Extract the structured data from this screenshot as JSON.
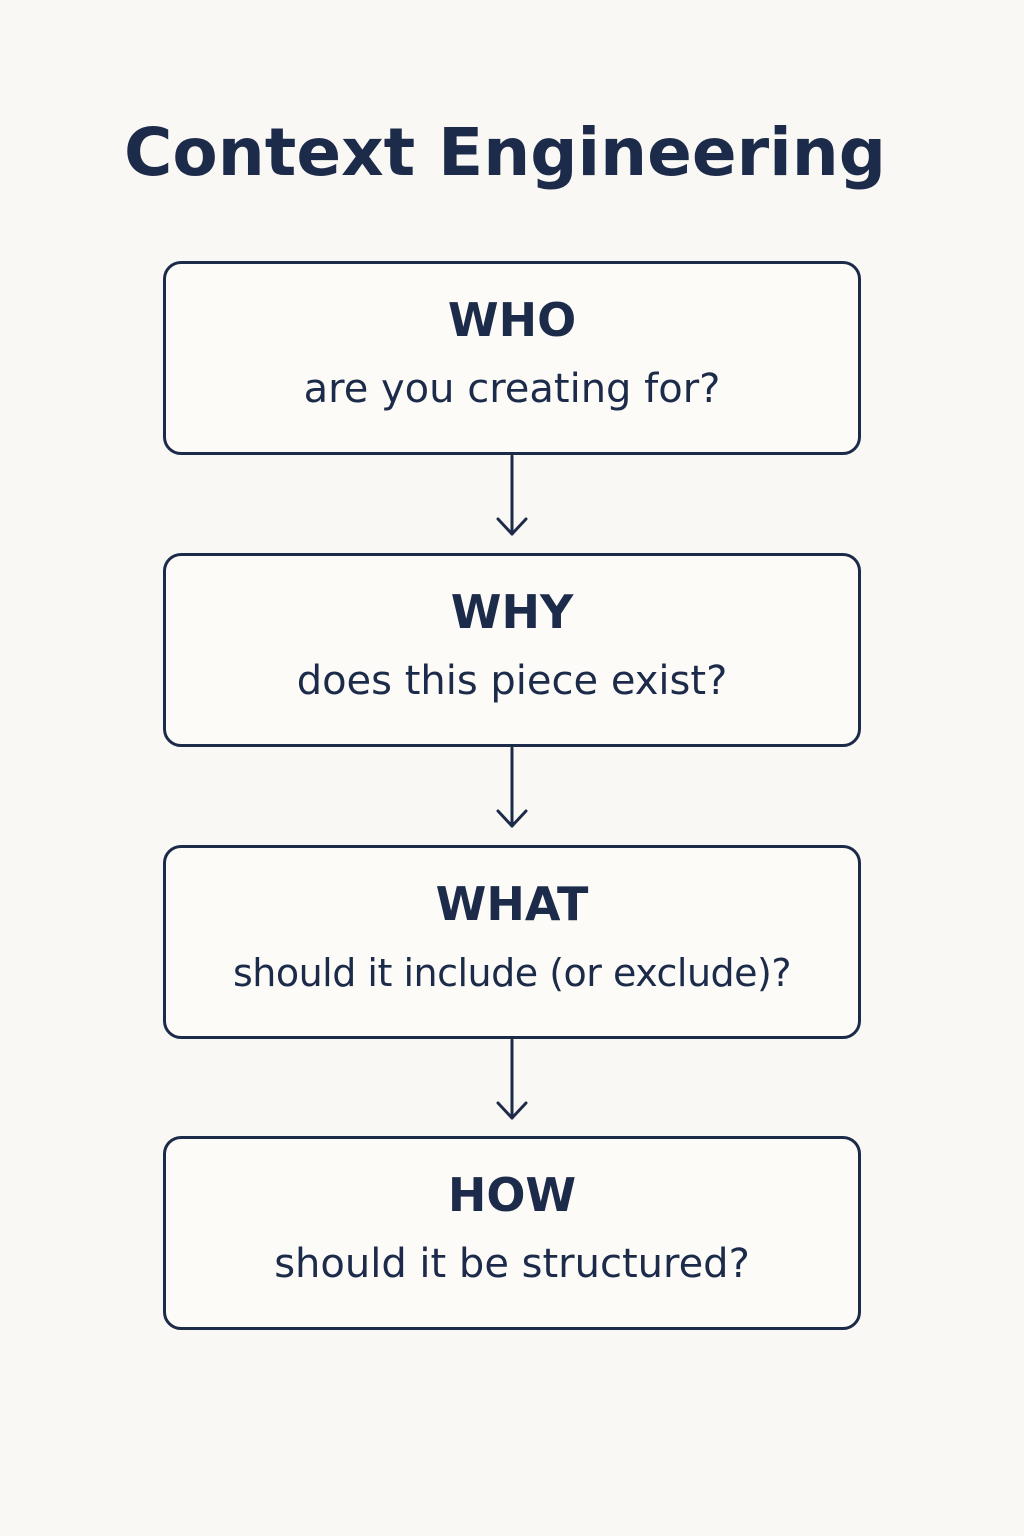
{
  "title": "Context Engineering",
  "colors": {
    "background": "#faf8f4",
    "ink": "#1d2b4a"
  },
  "steps": [
    {
      "heading": "WHO",
      "question": "are you creating for?"
    },
    {
      "heading": "WHY",
      "question": "does this piece exist?"
    },
    {
      "heading": "WHAT",
      "question": "should it include (or exclude)?"
    },
    {
      "heading": "HOW",
      "question": "should it be structured?"
    }
  ]
}
